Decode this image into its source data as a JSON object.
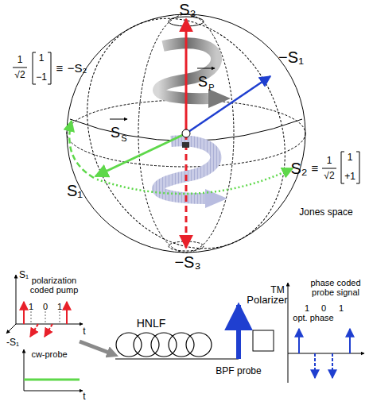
{
  "diagram": {
    "labels": [
      "S₃",
      "−S₁",
      "S₁",
      "S₂",
      "≡",
      "1",
      "√2",
      "1",
      "+1",
      "1",
      "√2",
      "1",
      "−1",
      "≡",
      "−S₂",
      "S",
      "P",
      "S",
      "S",
      "Jones space",
      "−S₃",
      "S₁",
      "polarization coded pump",
      "1",
      "0",
      "1",
      "t",
      "-S₁",
      "cw-probe",
      "t",
      "HNLF",
      "Polarizer",
      "BPF probe",
      "TM",
      "opt. phase",
      "phase coded probe signal",
      "1",
      "0",
      "1"
    ]
  }
}
